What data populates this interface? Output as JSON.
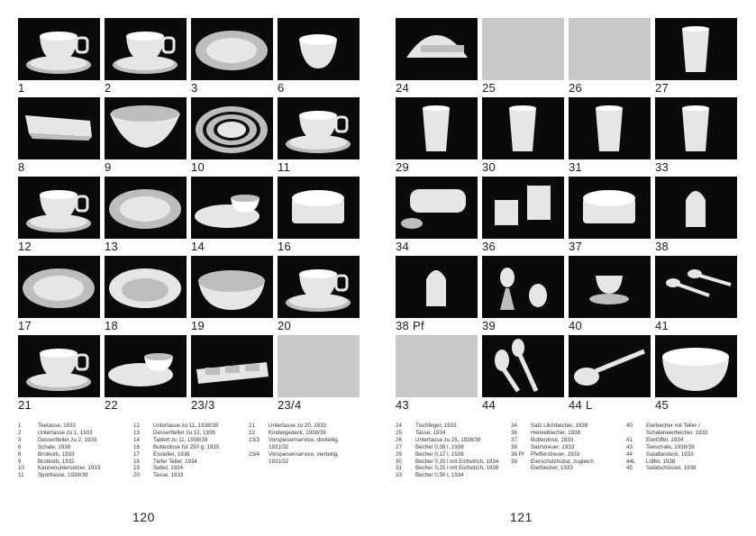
{
  "left_page": {
    "tiles": [
      {
        "number": "1",
        "kind": "cup-saucer"
      },
      {
        "number": "2",
        "kind": "cup-saucer"
      },
      {
        "number": "3",
        "kind": "plate"
      },
      {
        "number": "6",
        "kind": "bowl"
      },
      {
        "number": "8",
        "kind": "tray"
      },
      {
        "number": "9",
        "kind": "basket"
      },
      {
        "number": "10",
        "kind": "rings"
      },
      {
        "number": "11",
        "kind": "cup-saucer"
      },
      {
        "number": "12",
        "kind": "cup-saucer"
      },
      {
        "number": "13",
        "kind": "plate"
      },
      {
        "number": "14",
        "kind": "cup-plate"
      },
      {
        "number": "16",
        "kind": "butter-dish"
      },
      {
        "number": "17",
        "kind": "plate"
      },
      {
        "number": "18",
        "kind": "deep-plate"
      },
      {
        "number": "19",
        "kind": "bowl-wide"
      },
      {
        "number": "20",
        "kind": "cup-saucer"
      },
      {
        "number": "21",
        "kind": "cup-saucer"
      },
      {
        "number": "22",
        "kind": "cup-plate"
      },
      {
        "number": "23/3",
        "kind": "three-dish"
      },
      {
        "number": "23/4",
        "kind": "gray"
      }
    ],
    "captions": [
      [
        {
          "n": "1",
          "t": "Teetasse, 1933"
        },
        {
          "n": "2",
          "t": "Untertasse zu 1, 1933"
        },
        {
          "n": "3",
          "t": "Dessertteller zu 2, 1933"
        },
        {
          "n": "6",
          "t": "Schale, 1938"
        },
        {
          "n": "8",
          "t": "Brotkorb, 1933"
        },
        {
          "n": "9",
          "t": "Brotkorb, 1932"
        },
        {
          "n": "10",
          "t": "Kannenuntersetzer, 1933"
        },
        {
          "n": "11",
          "t": "Sporttasse, 1938/39"
        }
      ],
      [
        {
          "n": "12",
          "t": "Untertasse zu 11, 1938/39"
        },
        {
          "n": "13",
          "t": "Dessertteller zu 12, 1936"
        },
        {
          "n": "14",
          "t": "Tablett zu 11, 1938/39"
        },
        {
          "n": "16",
          "t": "Butterdose für 250 g, 1935"
        },
        {
          "n": "17",
          "t": "Essteller, 1938"
        },
        {
          "n": "18",
          "t": "Tiefer Teller, 1934"
        },
        {
          "n": "19",
          "t": "Sattel, 1934"
        },
        {
          "n": "20",
          "t": "Tasse, 1933"
        }
      ],
      [
        {
          "n": "21",
          "t": "Untertasse zu 20, 1933"
        },
        {
          "n": "22",
          "t": "Kindergedeck, 1938/39"
        },
        {
          "n": "23/3",
          "t": "Vorspeisenservice, dreiteilig,"
        },
        {
          "n": "",
          "t": "1931/32"
        },
        {
          "n": "23/4",
          "t": "Vorspeisenservice, vierteilig,"
        },
        {
          "n": "",
          "t": "1931/32"
        }
      ]
    ],
    "page_number": "120"
  },
  "right_page": {
    "tiles": [
      {
        "number": "24",
        "kind": "sweeper"
      },
      {
        "number": "25",
        "kind": "gray"
      },
      {
        "number": "26",
        "kind": "gray"
      },
      {
        "number": "27",
        "kind": "beaker"
      },
      {
        "number": "29",
        "kind": "beaker"
      },
      {
        "number": "30",
        "kind": "beaker"
      },
      {
        "number": "31",
        "kind": "beaker"
      },
      {
        "number": "33",
        "kind": "beaker"
      },
      {
        "number": "34",
        "kind": "stack"
      },
      {
        "number": "36",
        "kind": "mugs"
      },
      {
        "number": "37",
        "kind": "butter-dish"
      },
      {
        "number": "38",
        "kind": "shaker"
      },
      {
        "number": "38 Pf",
        "kind": "shaker"
      },
      {
        "number": "39",
        "kind": "egg"
      },
      {
        "number": "40",
        "kind": "eggcup"
      },
      {
        "number": "41",
        "kind": "spoons"
      },
      {
        "number": "43",
        "kind": "gray"
      },
      {
        "number": "44",
        "kind": "salad-set"
      },
      {
        "number": "44 L",
        "kind": "spoon-big"
      },
      {
        "number": "45",
        "kind": "bowl-scallop"
      }
    ],
    "captions": [
      [
        {
          "n": "24",
          "t": "Tischfeger, 1933"
        },
        {
          "n": "25",
          "t": "Tasse, 1934"
        },
        {
          "n": "26",
          "t": "Untertasse zu 25, 1938/39"
        },
        {
          "n": "27",
          "t": "Becher 0,08 l, 1938"
        },
        {
          "n": "29",
          "t": "Becher 0,17 l, 1938"
        },
        {
          "n": "30",
          "t": "Becher 0,20 l mit Eichstrich, 1934"
        },
        {
          "n": "31",
          "t": "Becher 0,25 l mit Eichstrich, 1938"
        },
        {
          "n": "33",
          "t": "Becher 0,50 l, 1934"
        }
      ],
      [
        {
          "n": "34",
          "t": "Satz Likörbecher, 1938"
        },
        {
          "n": "36",
          "t": "Henkelbecher, 1938"
        },
        {
          "n": "37",
          "t": "Butterdose, 1933"
        },
        {
          "n": "38",
          "t": "Salzstreuer, 1933"
        },
        {
          "n": "38 Pf",
          "t": "Pfefferstreuer, 1933"
        },
        {
          "n": "39",
          "t": "Eierschutzhülse, zugleich"
        },
        {
          "n": "",
          "t": "Eierbecher, 1933"
        }
      ],
      [
        {
          "n": "40",
          "t": "Eierbecher mit Teller /"
        },
        {
          "n": "",
          "t": "Schaleneierbecher, 1933"
        },
        {
          "n": "41",
          "t": "Eierlöffel, 1934"
        },
        {
          "n": "43",
          "t": "Teeschale, 1938/39"
        },
        {
          "n": "44",
          "t": "Salatbesteck, 1933"
        },
        {
          "n": "44L",
          "t": "Löffel, 1938"
        },
        {
          "n": "45",
          "t": "Salatschüssel, 1938"
        }
      ]
    ],
    "page_number": "121"
  }
}
